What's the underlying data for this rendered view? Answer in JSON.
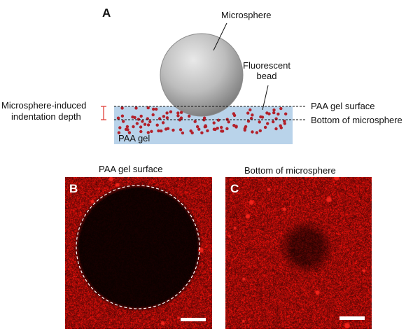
{
  "panel_a": {
    "letter": "A",
    "microsphere_label": "Microsphere",
    "fluorescent_label_line1": "Fluorescent",
    "fluorescent_label_line2": "bead",
    "depth_label_line1": "Microsphere-induced",
    "depth_label_line2": "indentation depth",
    "gel_surface_label": "PAA gel surface",
    "bottom_label": "Bottom of microsphere",
    "gel_label": "PAA gel",
    "colors": {
      "gel": "#b9d3ea",
      "bead": "#b3202a",
      "depth_marker": "#e0403a",
      "sphere": "#a8a8a8"
    }
  },
  "panel_b": {
    "letter": "B",
    "title": "PAA gel surface",
    "image_color": "#ff0000"
  },
  "panel_c": {
    "letter": "C",
    "title": "Bottom of microsphere",
    "image_color": "#ff0000"
  }
}
